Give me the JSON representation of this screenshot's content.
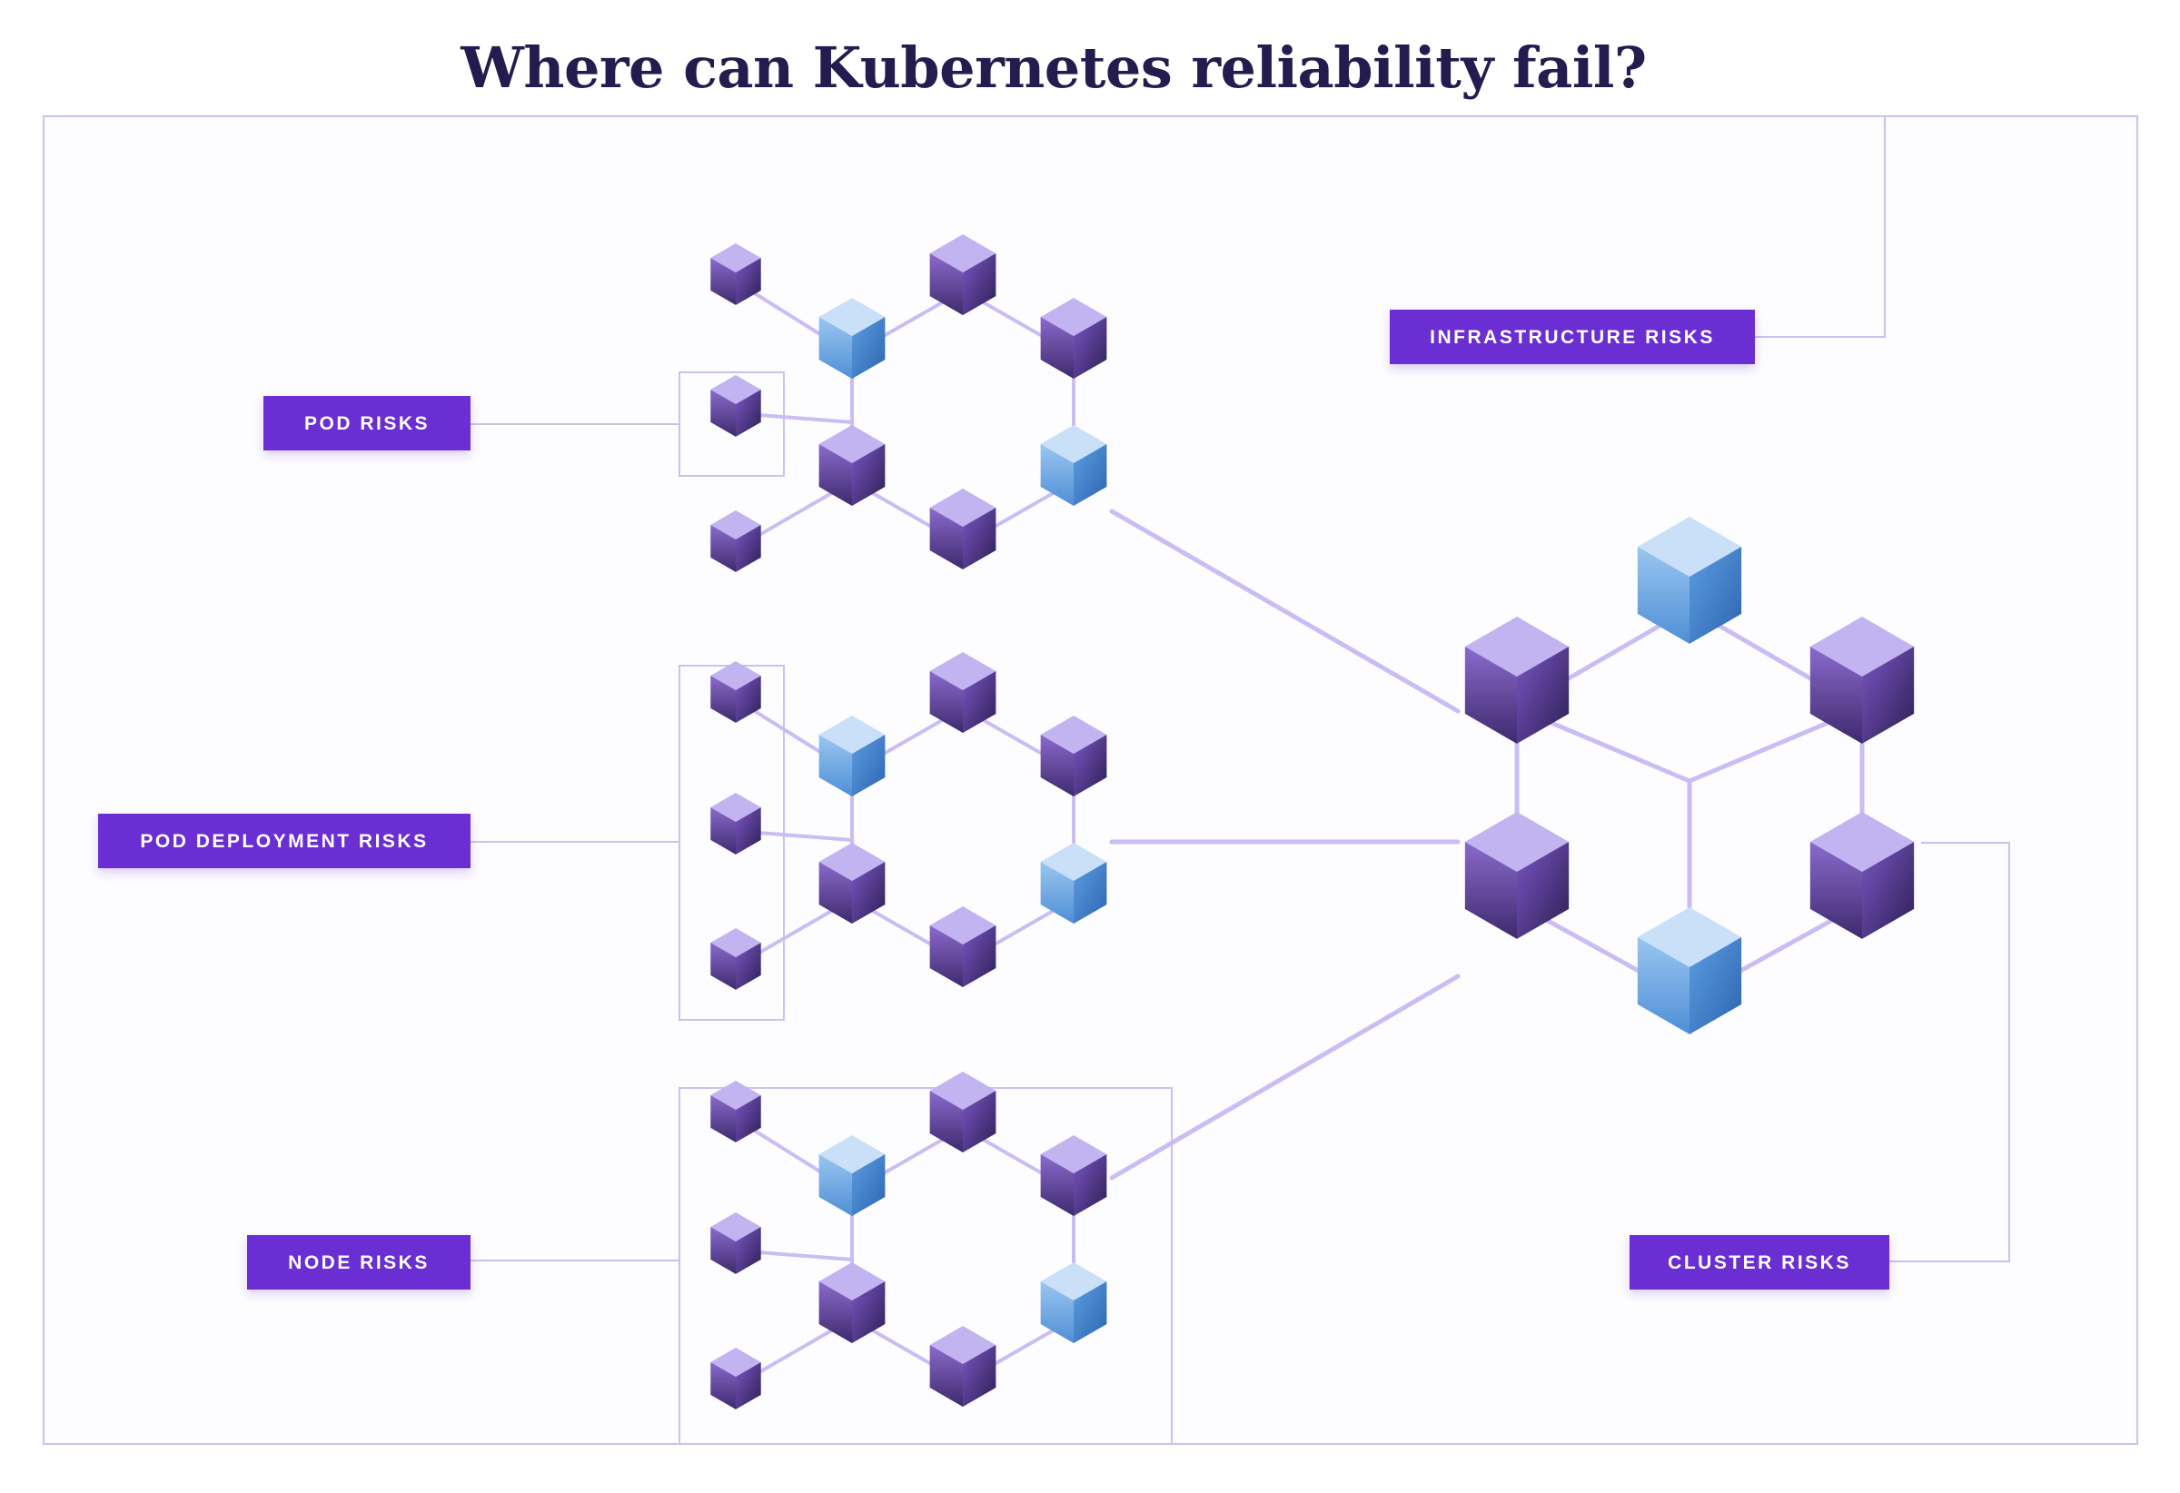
{
  "title": "Where can Kubernetes reliability fail?",
  "labels": {
    "pod": "POD RISKS",
    "pod_deployment": "POD DEPLOYMENT RISKS",
    "node": "NODE RISKS",
    "infrastructure": "INFRASTRUCTURE RISKS",
    "cluster": "CLUSTER RISKS"
  },
  "colors": {
    "title": "#241c4f",
    "label_bg": "#6a2fd2",
    "frame": "#c8c2ee",
    "connector": "#cbbdf4",
    "purple_cube_top": "#c2b4f0",
    "blue_cube_top": "#c9e0f8"
  }
}
